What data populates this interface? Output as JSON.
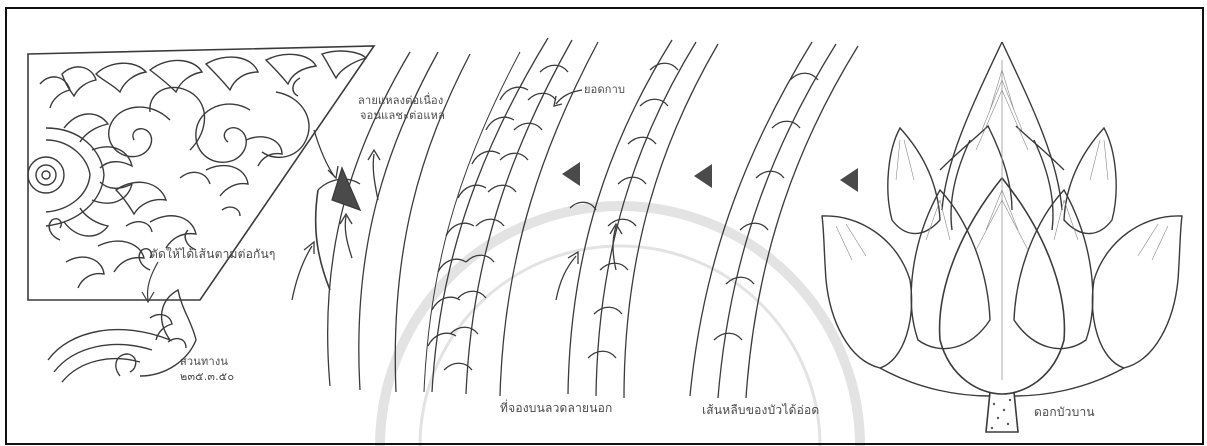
{
  "annotations": {
    "corner_note": "ตัดให้ได้เส้นตามต่อกันๆ",
    "flame_note_line1": "สวนทางน",
    "flame_note_line2": "๒๓๕.๓.๕๐",
    "joint_note_line1": "ลายแหลงต่อเนื่อง",
    "joint_note_line2": "จอนแลชะต่อแหล",
    "scale_note": "ยอดกาบ",
    "caption_middle": "ที่จองบนลวดลายนอก",
    "caption_right": "เส้นหลืบของบัวได้อ่อด",
    "caption_lotus": "ดอกบัวบาน"
  },
  "colors": {
    "ink": "#3b3b3b",
    "light_ink": "#6b6b6b",
    "border": "#111111",
    "watermark": "#e6e6e6",
    "paper": "#ffffff"
  },
  "icons": [
    "triangle-marker-icon"
  ]
}
